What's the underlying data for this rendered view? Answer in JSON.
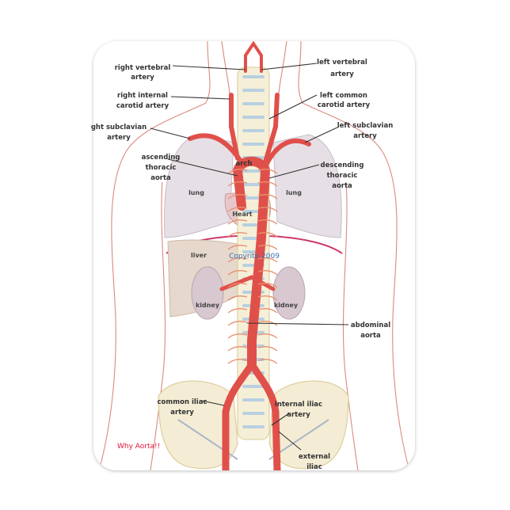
{
  "labels": {
    "right_vertebral": [
      "right vertebral",
      "artery"
    ],
    "left_vertebral": [
      "left vertebral",
      "artery"
    ],
    "right_internal_carotid": [
      "right internal",
      "carotid artery"
    ],
    "left_common_carotid": [
      "left common",
      "carotid artery"
    ],
    "right_subclavian": [
      "ght subclavian",
      "artery"
    ],
    "left_subclavian": [
      "left subclavian",
      "artery"
    ],
    "ascending": [
      "ascending",
      "thoracic",
      "aorta"
    ],
    "arch": "arch",
    "descending": [
      "descending",
      "thoracic",
      "aorta"
    ],
    "abdominal": [
      "abdominal",
      "aorta"
    ],
    "common_iliac": [
      "common iliac",
      "artery"
    ],
    "internal_iliac": [
      "internal iliac",
      "artery"
    ],
    "external_iliac": [
      "external",
      "iliac"
    ]
  },
  "organs": {
    "lung_right": "lung",
    "lung_left": "lung",
    "heart": "Heart",
    "liver": "liver",
    "kidney_right": "kidney",
    "kidney_left": "kidney"
  },
  "watermark": "Copyrite 2009",
  "caption": "Why Aorta!!",
  "colors": {
    "artery": "#e0504a",
    "caption": "#e0143c",
    "watermark": "#3a6fb5"
  }
}
